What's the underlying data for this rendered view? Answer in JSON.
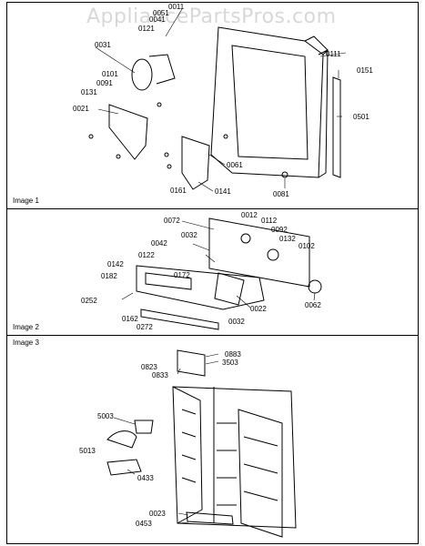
{
  "watermark": "AppliancePartsPros.com",
  "panels": [
    {
      "label": "Image 1",
      "callouts": [
        "0011",
        "0051",
        "0041",
        "0121",
        "0031",
        "0101",
        "0091",
        "0131",
        "0021",
        "0111",
        "0151",
        "0501",
        "0061",
        "0161",
        "0141",
        "0081"
      ]
    },
    {
      "label": "Image 2",
      "callouts": [
        "0072",
        "0012",
        "0112",
        "0092",
        "0132",
        "0102",
        "0032",
        "0042",
        "0122",
        "0142",
        "0182",
        "0172",
        "0252",
        "0162",
        "0272",
        "0022",
        "0032",
        "0062"
      ]
    },
    {
      "label": "Image 3",
      "callouts": [
        "0883",
        "3503",
        "0823",
        "0833",
        "5003",
        "5013",
        "0433",
        "0023",
        "0453"
      ]
    }
  ]
}
